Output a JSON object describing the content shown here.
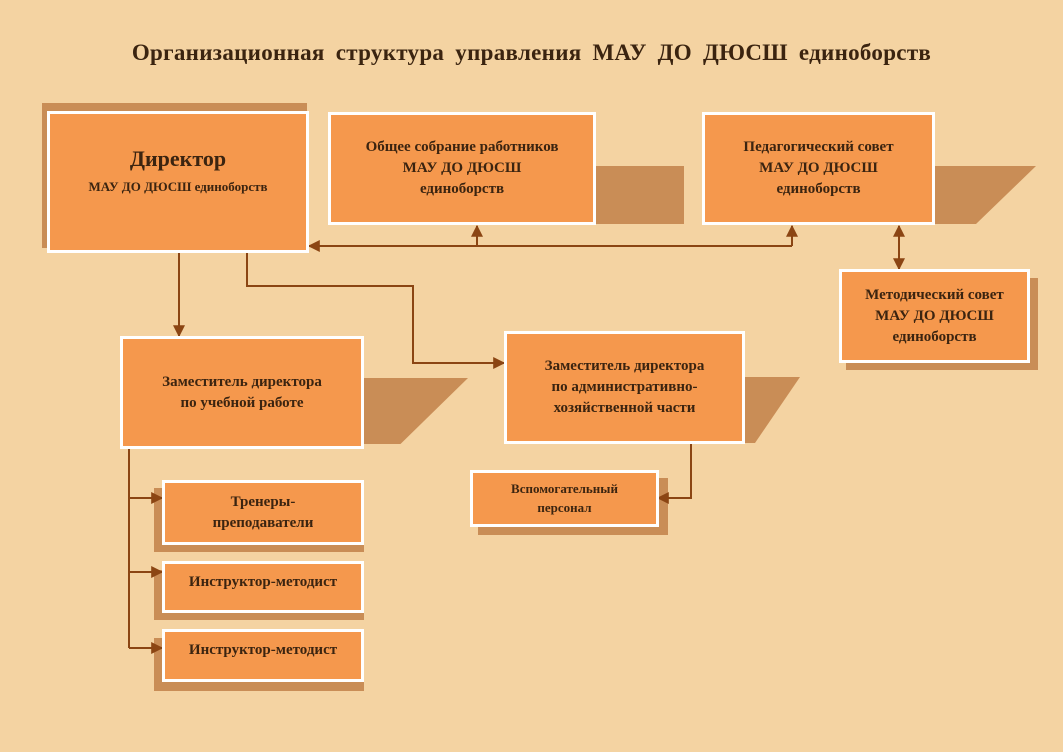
{
  "title": "Организационная структура управления МАУ ДО ДЮСШ единоборств",
  "colors": {
    "background": "#f4d3a2",
    "box": "#f5984d",
    "border": "#ffffff",
    "shadow": "#c98d56",
    "line": "#8b4513",
    "text": "#3b2410"
  },
  "nodes": {
    "director": {
      "line1": "Директор",
      "line2": "МАУ ДО ДЮСШ единоборств"
    },
    "general_meeting": {
      "line1": "Общее собрание работников",
      "line2": "МАУ ДО ДЮСШ",
      "line3": "единоборств"
    },
    "ped_council": {
      "line1": "Педагогический совет",
      "line2": "МАУ ДО ДЮСШ",
      "line3": "единоборств"
    },
    "method_council": {
      "line1": "Методический совет",
      "line2": "МАУ ДО ДЮСШ",
      "line3": "единоборств"
    },
    "deputy_edu": {
      "line1": "Заместитель директора",
      "line2": "по учебной работе"
    },
    "deputy_admin": {
      "line1": "Заместитель директора",
      "line2": "по административно-",
      "line3": "хозяйственной части"
    },
    "support_staff": {
      "line1": "Вспомогательный",
      "line2": "персонал"
    },
    "coaches": {
      "line1": "Тренеры-",
      "line2": "преподаватели"
    },
    "instructor_1": {
      "line1": "Инструктор-методист"
    },
    "instructor_2": {
      "line1": "Инструктор-методист"
    }
  }
}
